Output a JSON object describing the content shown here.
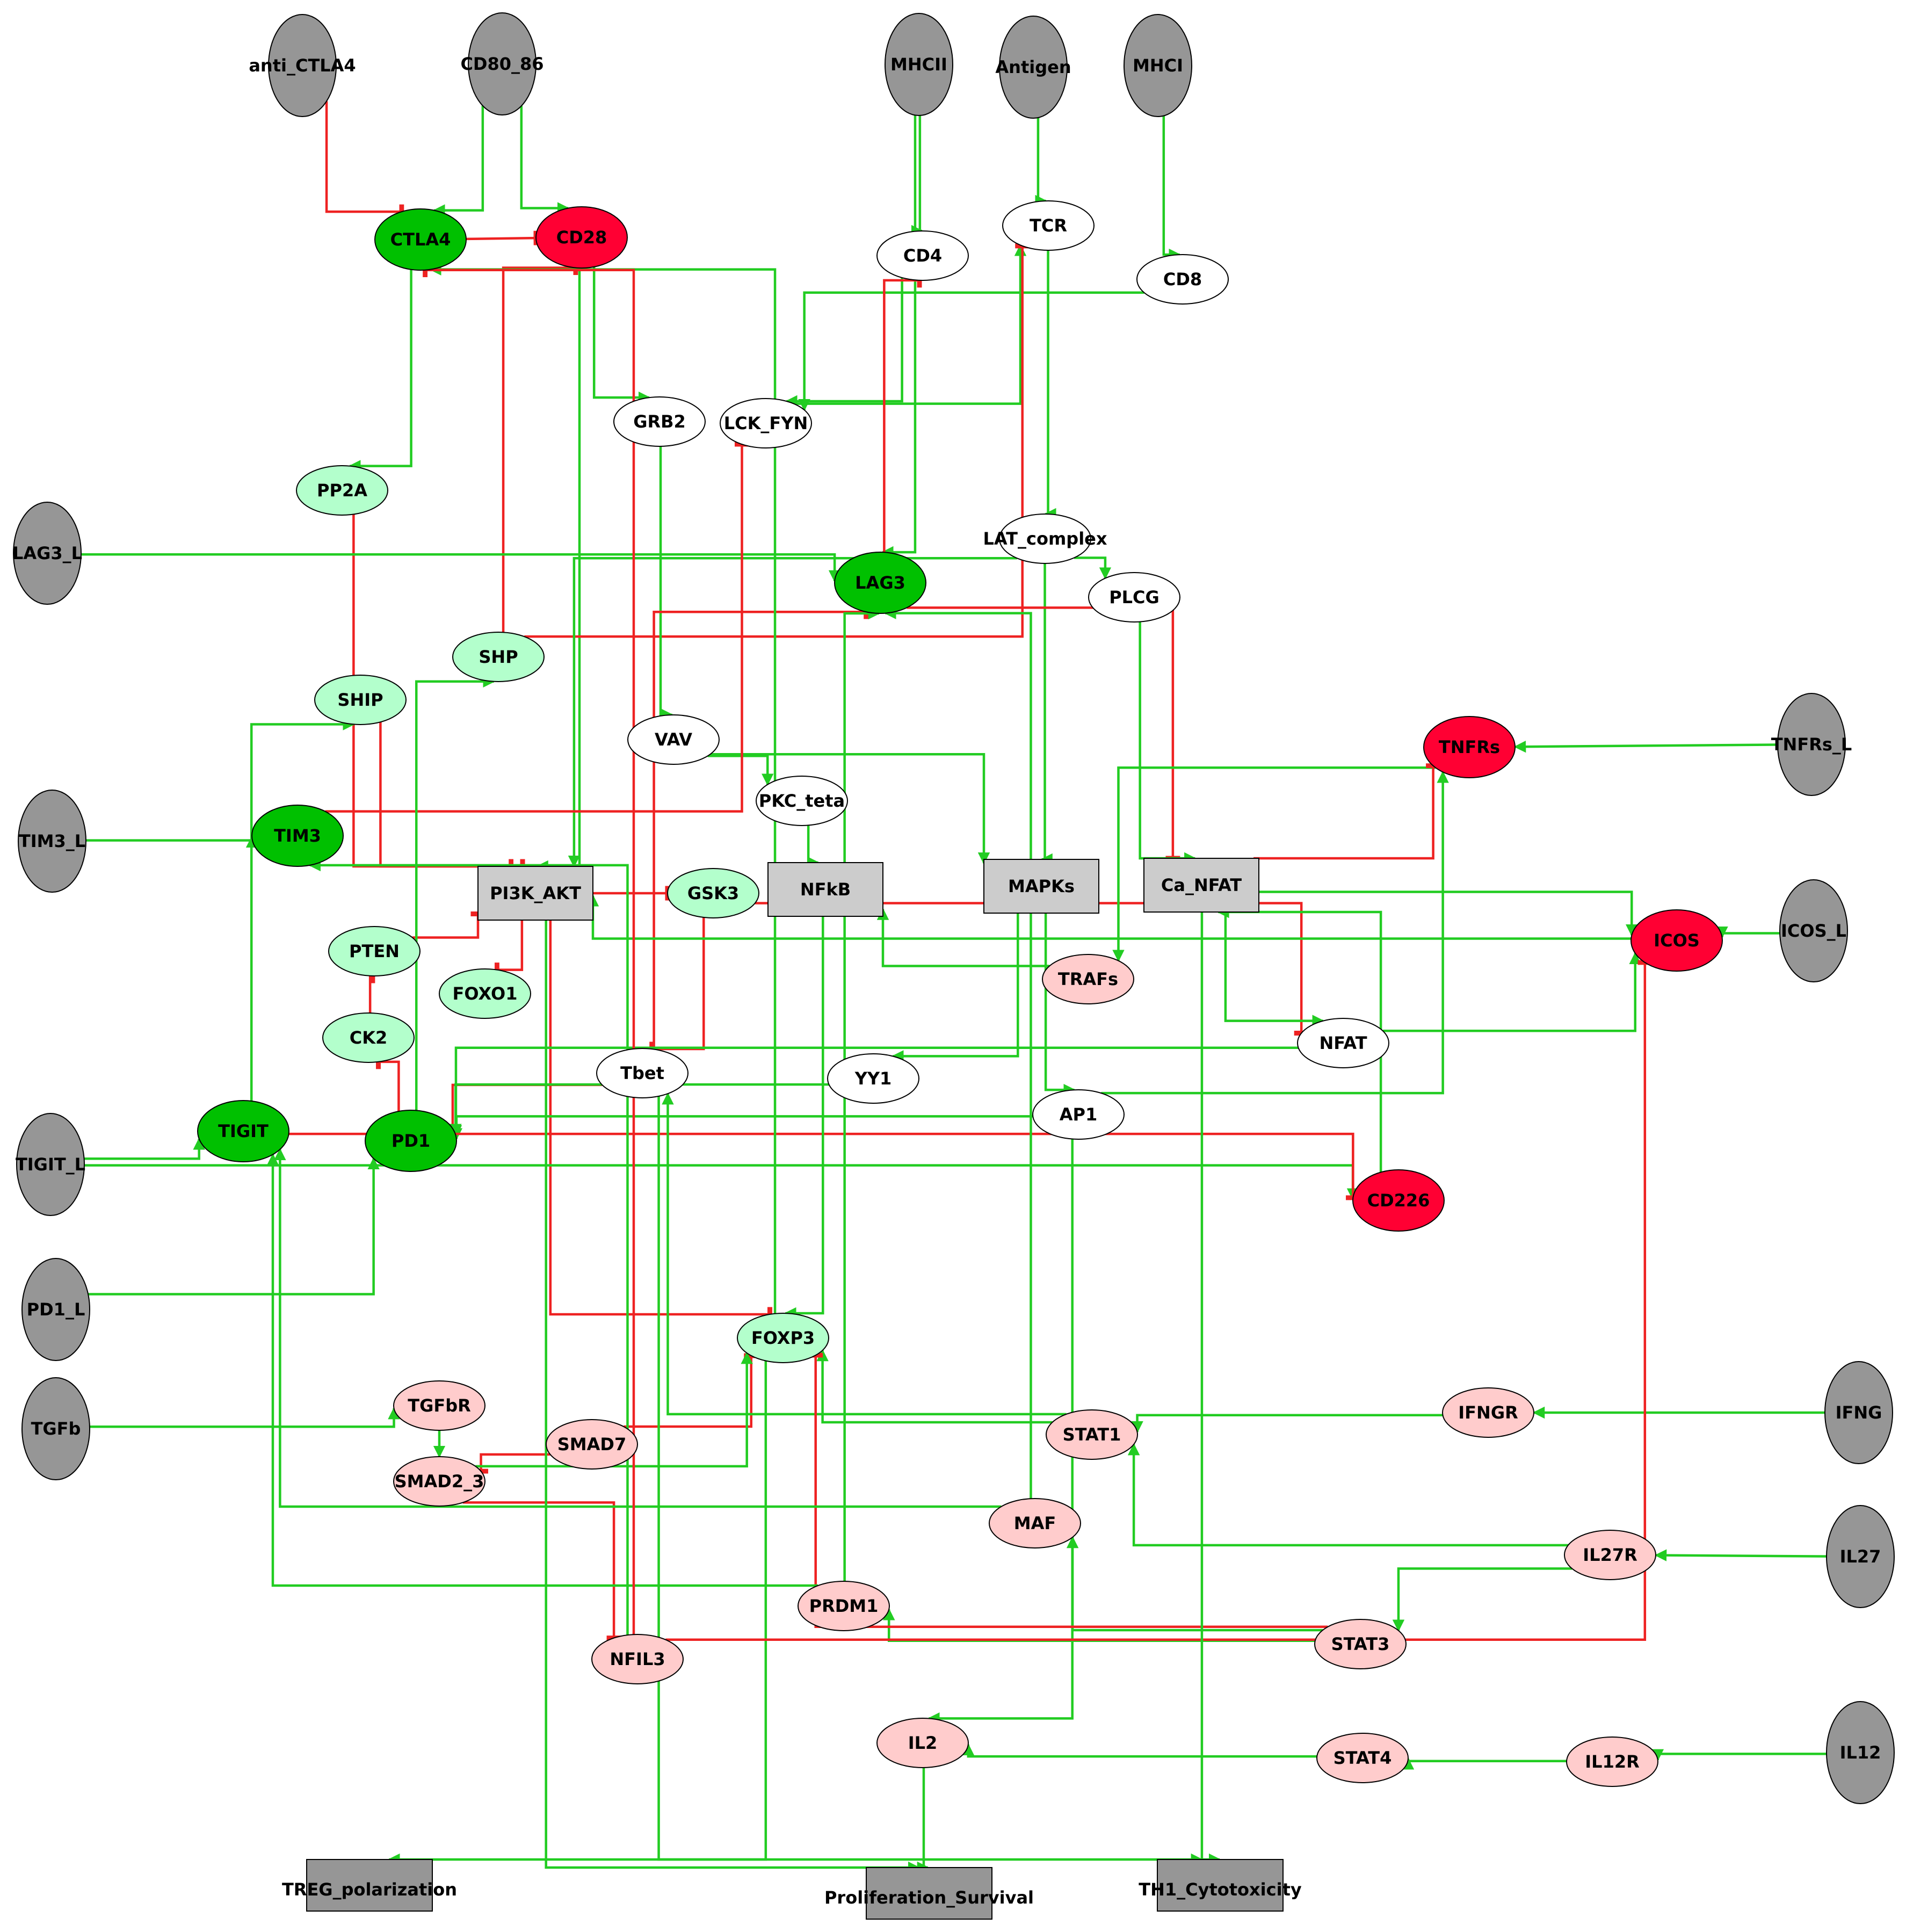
{
  "colors": {
    "input": "#969696",
    "active": "#00c000",
    "inactive": "#ff0033",
    "light_green": "#b3ffcc",
    "light_red": "#ffcccc",
    "plain": "#ffffff",
    "module": "#cccccc",
    "activation_edge": "#22cc22",
    "inhibition_edge": "#ee2222"
  },
  "nodes": [
    {
      "id": "anti_CTLA4",
      "label": "anti_CTLA4",
      "type": "input"
    },
    {
      "id": "CD80_86",
      "label": "CD80_86",
      "type": "input"
    },
    {
      "id": "MHCII",
      "label": "MHCII",
      "type": "input"
    },
    {
      "id": "Antigen",
      "label": "Antigen",
      "type": "input"
    },
    {
      "id": "MHCI",
      "label": "MHCI",
      "type": "input"
    },
    {
      "id": "LAG3_L",
      "label": "LAG3_L",
      "type": "input"
    },
    {
      "id": "TIM3_L",
      "label": "TIM3_L",
      "type": "input"
    },
    {
      "id": "TIGIT_L",
      "label": "TIGIT_L",
      "type": "input"
    },
    {
      "id": "PD1_L",
      "label": "PD1_L",
      "type": "input"
    },
    {
      "id": "TGFb",
      "label": "TGFb",
      "type": "input"
    },
    {
      "id": "TNFRs_L",
      "label": "TNFRs_L",
      "type": "input"
    },
    {
      "id": "ICOS_L",
      "label": "ICOS_L",
      "type": "input"
    },
    {
      "id": "IFNG",
      "label": "IFNG",
      "type": "input"
    },
    {
      "id": "IL27",
      "label": "IL27",
      "type": "input"
    },
    {
      "id": "IL12",
      "label": "IL12",
      "type": "input"
    },
    {
      "id": "CTLA4",
      "label": "CTLA4",
      "type": "active"
    },
    {
      "id": "CD28",
      "label": "CD28",
      "type": "inactive"
    },
    {
      "id": "CD4",
      "label": "CD4",
      "type": "plain"
    },
    {
      "id": "TCR",
      "label": "TCR",
      "type": "plain"
    },
    {
      "id": "CD8",
      "label": "CD8",
      "type": "plain"
    },
    {
      "id": "GRB2",
      "label": "GRB2",
      "type": "plain"
    },
    {
      "id": "LCK_FYN",
      "label": "LCK_FYN",
      "type": "plain"
    },
    {
      "id": "PP2A",
      "label": "PP2A",
      "type": "light_green"
    },
    {
      "id": "LAT_complex",
      "label": "LAT_complex",
      "type": "plain"
    },
    {
      "id": "LAG3",
      "label": "LAG3",
      "type": "active"
    },
    {
      "id": "PLCG",
      "label": "PLCG",
      "type": "plain"
    },
    {
      "id": "SHP",
      "label": "SHP",
      "type": "light_green"
    },
    {
      "id": "SHIP",
      "label": "SHIP",
      "type": "light_green"
    },
    {
      "id": "VAV",
      "label": "VAV",
      "type": "plain"
    },
    {
      "id": "TNFRs",
      "label": "TNFRs",
      "type": "inactive"
    },
    {
      "id": "TIM3",
      "label": "TIM3",
      "type": "active"
    },
    {
      "id": "PKC_teta",
      "label": "PKC_teta",
      "type": "plain"
    },
    {
      "id": "PI3K_AKT",
      "label": "PI3K_AKT",
      "type": "module"
    },
    {
      "id": "GSK3",
      "label": "GSK3",
      "type": "light_green"
    },
    {
      "id": "NFkB",
      "label": "NFkB",
      "type": "module"
    },
    {
      "id": "MAPKs",
      "label": "MAPKs",
      "type": "module"
    },
    {
      "id": "Ca_NFAT",
      "label": "Ca_NFAT",
      "type": "module"
    },
    {
      "id": "ICOS",
      "label": "ICOS",
      "type": "inactive"
    },
    {
      "id": "PTEN",
      "label": "PTEN",
      "type": "light_green"
    },
    {
      "id": "FOXO1",
      "label": "FOXO1",
      "type": "light_green"
    },
    {
      "id": "TRAFs",
      "label": "TRAFs",
      "type": "light_red"
    },
    {
      "id": "CK2",
      "label": "CK2",
      "type": "light_green"
    },
    {
      "id": "NFAT",
      "label": "NFAT",
      "type": "plain"
    },
    {
      "id": "Tbet",
      "label": "Tbet",
      "type": "plain"
    },
    {
      "id": "YY1",
      "label": "YY1",
      "type": "plain"
    },
    {
      "id": "AP1",
      "label": "AP1",
      "type": "plain"
    },
    {
      "id": "TIGIT",
      "label": "TIGIT",
      "type": "active"
    },
    {
      "id": "PD1",
      "label": "PD1",
      "type": "active"
    },
    {
      "id": "CD226",
      "label": "CD226",
      "type": "inactive"
    },
    {
      "id": "FOXP3",
      "label": "FOXP3",
      "type": "light_green"
    },
    {
      "id": "TGFbR",
      "label": "TGFbR",
      "type": "light_red"
    },
    {
      "id": "IFNGR",
      "label": "IFNGR",
      "type": "light_red"
    },
    {
      "id": "SMAD7",
      "label": "SMAD7",
      "type": "light_red"
    },
    {
      "id": "STAT1",
      "label": "STAT1",
      "type": "light_red"
    },
    {
      "id": "SMAD2_3",
      "label": "SMAD2_3",
      "type": "light_red"
    },
    {
      "id": "MAF",
      "label": "MAF",
      "type": "light_red"
    },
    {
      "id": "IL27R",
      "label": "IL27R",
      "type": "light_red"
    },
    {
      "id": "PRDM1",
      "label": "PRDM1",
      "type": "light_red"
    },
    {
      "id": "STAT3",
      "label": "STAT3",
      "type": "light_red"
    },
    {
      "id": "NFIL3",
      "label": "NFIL3",
      "type": "light_red"
    },
    {
      "id": "IL2",
      "label": "IL2",
      "type": "light_red"
    },
    {
      "id": "STAT4",
      "label": "STAT4",
      "type": "light_red"
    },
    {
      "id": "IL12R",
      "label": "IL12R",
      "type": "light_red"
    },
    {
      "id": "TREG_polarization",
      "label": "TREG_polarization",
      "type": "output"
    },
    {
      "id": "Proliferation_Survival",
      "label": "Proliferation_Survival",
      "type": "output"
    },
    {
      "id": "TH1_Cytotoxicity",
      "label": "TH1_Cytotoxicity",
      "type": "output"
    }
  ],
  "edges": [
    {
      "from": "anti_CTLA4",
      "to": "CTLA4",
      "sign": "inhibit"
    },
    {
      "from": "CD80_86",
      "to": "CTLA4",
      "sign": "activate"
    },
    {
      "from": "CD80_86",
      "to": "CD28",
      "sign": "activate"
    },
    {
      "from": "CTLA4",
      "to": "CD28",
      "sign": "inhibit"
    },
    {
      "from": "CTLA4",
      "to": "PP2A",
      "sign": "activate"
    },
    {
      "from": "MHCII",
      "to": "CD4",
      "sign": "activate"
    },
    {
      "from": "MHCII",
      "to": "LAG3",
      "sign": "activate"
    },
    {
      "from": "Antigen",
      "to": "TCR",
      "sign": "activate"
    },
    {
      "from": "MHCI",
      "to": "CD8",
      "sign": "activate"
    },
    {
      "from": "CD28",
      "to": "GRB2",
      "sign": "activate"
    },
    {
      "from": "CD28",
      "to": "PI3K_AKT",
      "sign": "activate"
    },
    {
      "from": "CD4",
      "to": "LCK_FYN",
      "sign": "activate"
    },
    {
      "from": "CD8",
      "to": "LCK_FYN",
      "sign": "activate"
    },
    {
      "from": "LCK_FYN",
      "to": "TCR",
      "sign": "activate"
    },
    {
      "from": "TCR",
      "to": "LAT_complex",
      "sign": "activate"
    },
    {
      "from": "LAG3",
      "to": "CD4",
      "sign": "inhibit"
    },
    {
      "from": "SHP",
      "to": "TCR",
      "sign": "inhibit"
    },
    {
      "from": "SHP",
      "to": "CD28",
      "sign": "inhibit"
    },
    {
      "from": "PP2A",
      "to": "PI3K_AKT",
      "sign": "inhibit"
    },
    {
      "from": "GRB2",
      "to": "VAV",
      "sign": "activate"
    },
    {
      "from": "LAT_complex",
      "to": "PLCG",
      "sign": "activate"
    },
    {
      "from": "LAT_complex",
      "to": "MAPKs",
      "sign": "activate"
    },
    {
      "from": "LAT_complex",
      "to": "PI3K_AKT",
      "sign": "activate"
    },
    {
      "from": "LAG3_L",
      "to": "LAG3",
      "sign": "activate"
    },
    {
      "from": "LAG3",
      "to": "Ca_NFAT",
      "sign": "inhibit"
    },
    {
      "from": "Tbet",
      "to": "LAG3",
      "sign": "inhibit"
    },
    {
      "from": "PLCG",
      "to": "Ca_NFAT",
      "sign": "activate"
    },
    {
      "from": "VAV",
      "to": "PKC_teta",
      "sign": "activate"
    },
    {
      "from": "VAV",
      "to": "MAPKs",
      "sign": "activate"
    },
    {
      "from": "PKC_teta",
      "to": "NFkB",
      "sign": "activate"
    },
    {
      "from": "TIM3_L",
      "to": "TIM3",
      "sign": "activate"
    },
    {
      "from": "TIM3",
      "to": "LCK_FYN",
      "sign": "inhibit"
    },
    {
      "from": "SHIP",
      "to": "PI3K_AKT",
      "sign": "inhibit"
    },
    {
      "from": "PTEN",
      "to": "PI3K_AKT",
      "sign": "inhibit"
    },
    {
      "from": "PI3K_AKT",
      "to": "GSK3",
      "sign": "inhibit"
    },
    {
      "from": "PI3K_AKT",
      "to": "FOXO1",
      "sign": "inhibit"
    },
    {
      "from": "PI3K_AKT",
      "to": "FOXP3",
      "sign": "inhibit"
    },
    {
      "from": "GSK3",
      "to": "Tbet",
      "sign": "inhibit"
    },
    {
      "from": "GSK3",
      "to": "NFAT",
      "sign": "inhibit"
    },
    {
      "from": "CK2",
      "to": "PTEN",
      "sign": "inhibit"
    },
    {
      "from": "PD1",
      "to": "CK2",
      "sign": "inhibit"
    },
    {
      "from": "PD1",
      "to": "SHP",
      "sign": "activate"
    },
    {
      "from": "TNFRs_L",
      "to": "TNFRs",
      "sign": "activate"
    },
    {
      "from": "TNFRs",
      "to": "TRAFs",
      "sign": "activate"
    },
    {
      "from": "TRAFs",
      "to": "NFkB",
      "sign": "activate"
    },
    {
      "from": "ICOS_L",
      "to": "ICOS",
      "sign": "activate"
    },
    {
      "from": "ICOS",
      "to": "PI3K_AKT",
      "sign": "activate"
    },
    {
      "from": "Ca_NFAT",
      "to": "NFAT",
      "sign": "activate"
    },
    {
      "from": "Ca_NFAT",
      "to": "TNFRs",
      "sign": "inhibit"
    },
    {
      "from": "Ca_NFAT",
      "to": "ICOS",
      "sign": "activate"
    },
    {
      "from": "MAPKs",
      "to": "AP1",
      "sign": "activate"
    },
    {
      "from": "MAPKs",
      "to": "YY1",
      "sign": "activate"
    },
    {
      "from": "NFAT",
      "to": "ICOS",
      "sign": "activate"
    },
    {
      "from": "NFAT",
      "to": "PD1",
      "sign": "activate"
    },
    {
      "from": "Tbet",
      "to": "PD1",
      "sign": "inhibit"
    },
    {
      "from": "YY1",
      "to": "PD1",
      "sign": "activate"
    },
    {
      "from": "AP1",
      "to": "PD1",
      "sign": "activate"
    },
    {
      "from": "AP1",
      "to": "IL2",
      "sign": "activate"
    },
    {
      "from": "AP1",
      "to": "TNFRs",
      "sign": "activate"
    },
    {
      "from": "TIGIT_L",
      "to": "TIGIT",
      "sign": "activate"
    },
    {
      "from": "TIGIT_L",
      "to": "CD226",
      "sign": "activate"
    },
    {
      "from": "TIGIT",
      "to": "CD226",
      "sign": "inhibit"
    },
    {
      "from": "TIGIT",
      "to": "SHIP",
      "sign": "activate"
    },
    {
      "from": "CD226",
      "to": "Ca_NFAT",
      "sign": "activate"
    },
    {
      "from": "PD1_L",
      "to": "PD1",
      "sign": "activate"
    },
    {
      "from": "NFkB",
      "to": "FOXP3",
      "sign": "activate"
    },
    {
      "from": "FOXP3",
      "to": "CTLA4",
      "sign": "activate"
    },
    {
      "from": "FOXP3",
      "to": "TREG_polarization",
      "sign": "activate"
    },
    {
      "from": "TGFb",
      "to": "TGFbR",
      "sign": "activate"
    },
    {
      "from": "TGFbR",
      "to": "SMAD2_3",
      "sign": "activate"
    },
    {
      "from": "SMAD7",
      "to": "FOXP3",
      "sign": "inhibit"
    },
    {
      "from": "SMAD7",
      "to": "SMAD2_3",
      "sign": "inhibit"
    },
    {
      "from": "SMAD2_3",
      "to": "FOXP3",
      "sign": "activate"
    },
    {
      "from": "SMAD2_3",
      "to": "NFIL3",
      "sign": "inhibit"
    },
    {
      "from": "IFNG",
      "to": "IFNGR",
      "sign": "activate"
    },
    {
      "from": "IFNGR",
      "to": "STAT1",
      "sign": "activate"
    },
    {
      "from": "STAT1",
      "to": "FOXP3",
      "sign": "activate"
    },
    {
      "from": "STAT1",
      "to": "Tbet",
      "sign": "activate"
    },
    {
      "from": "IL27",
      "to": "IL27R",
      "sign": "activate"
    },
    {
      "from": "IL27R",
      "to": "STAT1",
      "sign": "activate"
    },
    {
      "from": "IL27R",
      "to": "STAT3",
      "sign": "activate"
    },
    {
      "from": "STAT3",
      "to": "MAF",
      "sign": "activate"
    },
    {
      "from": "STAT3",
      "to": "PRDM1",
      "sign": "activate"
    },
    {
      "from": "STAT3",
      "to": "FOXP3",
      "sign": "inhibit"
    },
    {
      "from": "MAF",
      "to": "LAG3",
      "sign": "activate"
    },
    {
      "from": "MAF",
      "to": "TIGIT",
      "sign": "activate"
    },
    {
      "from": "PRDM1",
      "to": "LAG3",
      "sign": "activate"
    },
    {
      "from": "PRDM1",
      "to": "TIGIT",
      "sign": "activate"
    },
    {
      "from": "NFIL3",
      "to": "CTLA4",
      "sign": "inhibit"
    },
    {
      "from": "NFIL3",
      "to": "TIM3",
      "sign": "activate"
    },
    {
      "from": "NFIL3",
      "to": "ICOS",
      "sign": "inhibit"
    },
    {
      "from": "IL12",
      "to": "IL12R",
      "sign": "activate"
    },
    {
      "from": "IL12R",
      "to": "STAT4",
      "sign": "activate"
    },
    {
      "from": "STAT4",
      "to": "IL2",
      "sign": "activate"
    },
    {
      "from": "IL2",
      "to": "Proliferation_Survival",
      "sign": "activate"
    },
    {
      "from": "PI3K_AKT",
      "to": "Proliferation_Survival",
      "sign": "activate"
    },
    {
      "from": "Tbet",
      "to": "TH1_Cytotoxicity",
      "sign": "activate"
    },
    {
      "from": "Ca_NFAT",
      "to": "TH1_Cytotoxicity",
      "sign": "activate"
    }
  ]
}
